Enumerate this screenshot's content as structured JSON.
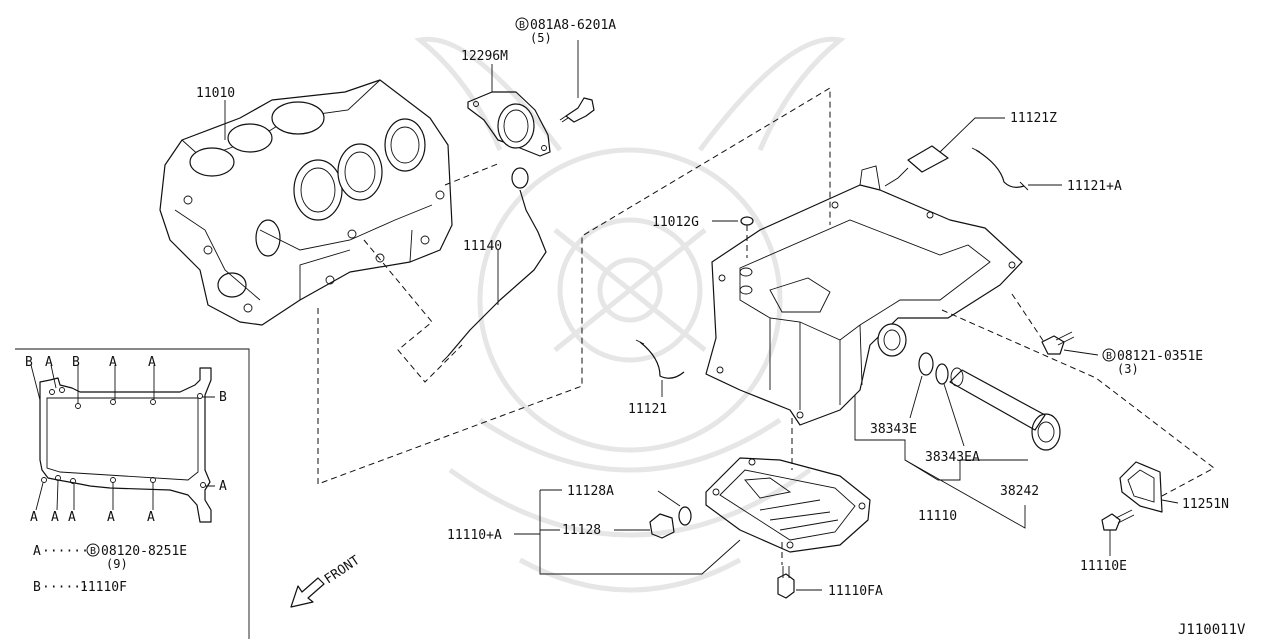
{
  "diagram_code": "J110011V",
  "watermark": "samurai-helmet-emblem",
  "front_indicator": {
    "label": "FRONT",
    "icon": "arrow-front-icon"
  },
  "labels": {
    "cylinder_block": "11010",
    "bolt_b_top": "081A8-6201A",
    "bolt_b_top_qty": "(5)",
    "rear_seal_retainer": "12296M",
    "dipstick": "11140",
    "plug_11012g": "11012G",
    "harness_11121z": "11121Z",
    "bracket_11121a": "11121+A",
    "bracket_11121": "11121",
    "bolt_b_right": "08121-0351E",
    "bolt_b_right_qty": "(3)",
    "oring_38343e": "38343E",
    "oring_38343ea": "38343EA",
    "tube_38242": "38242",
    "upper_pan": "11110",
    "drain_washer": "11128A",
    "drain_plug": "11128",
    "lower_pan_set": "11110+A",
    "bolt_11110fa": "11110FA",
    "cover_11251n": "11251N",
    "bolt_11110e": "11110E"
  },
  "inset": {
    "top_markers": [
      "B",
      "A",
      "B",
      "A",
      "A"
    ],
    "right_markers": [
      "B",
      "A"
    ],
    "bottom_markers": [
      "A",
      "A",
      "A",
      "A",
      "A"
    ],
    "legend": [
      {
        "key": "A",
        "dots": "······",
        "ref": "08120-8251E",
        "qty": "(9)",
        "circled": "B"
      },
      {
        "key": "B",
        "dots": "······",
        "ref": "11110F"
      }
    ]
  }
}
